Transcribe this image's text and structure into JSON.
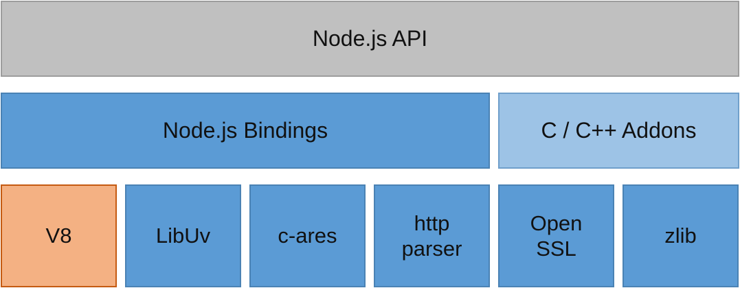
{
  "layers": {
    "api": "Node.js API",
    "bindings": "Node.js Bindings",
    "addons": "C / C++ Addons"
  },
  "libraries": [
    "V8",
    "LibUv",
    "c-ares",
    "http\nparser",
    "Open\nSSL",
    "zlib"
  ],
  "colors": {
    "api_fill": "#c0c0c0",
    "bindings_fill": "#5b9bd5",
    "addons_fill": "#9dc3e6",
    "v8_fill": "#f4b183",
    "v8_border": "#c55a11"
  }
}
